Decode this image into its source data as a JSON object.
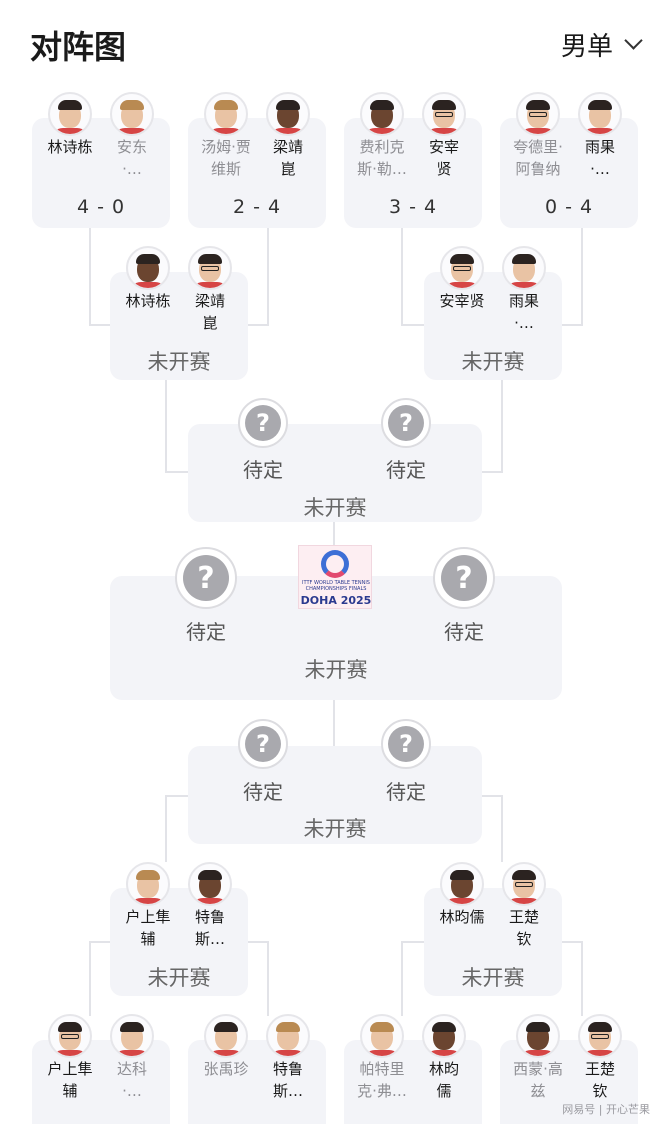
{
  "header": {
    "title": "对阵图",
    "event": "男单"
  },
  "r16_top": [
    {
      "p1": "林诗栋",
      "p2": "安东\n·…",
      "score": "4 - 0",
      "winner": 1
    },
    {
      "p1": "汤姆·贾\n维斯",
      "p2": "梁靖\n崑",
      "score": "2 - 4",
      "winner": 2
    },
    {
      "p1": "费利克\n斯·勒…",
      "p2": "安宰\n贤",
      "score": "3 - 4",
      "winner": 2
    },
    {
      "p1": "夸德里·\n阿鲁纳",
      "p2": "雨果\n·…",
      "score": "0 - 4",
      "winner": 2
    }
  ],
  "qf_top": [
    {
      "p1": "林诗栋",
      "p2": "梁靖\n崑",
      "status": "未开赛"
    },
    {
      "p1": "安宰贤",
      "p2": "雨果\n·…",
      "status": "未开赛"
    }
  ],
  "sf_top": {
    "p1": "待定",
    "p2": "待定",
    "status": "未开赛",
    "q": "?"
  },
  "final": {
    "p1": "待定",
    "p2": "待定",
    "status": "未开赛",
    "q": "?"
  },
  "logo": {
    "line1": "ITTF WORLD TABLE TENNIS",
    "line2": "CHAMPIONSHIPS FINALS",
    "year": "DOHA 2025"
  },
  "sf_bottom": {
    "p1": "待定",
    "p2": "待定",
    "status": "未开赛",
    "q": "?"
  },
  "qf_bottom": [
    {
      "p1": "户上隼\n辅",
      "p2": "特鲁\n斯…",
      "status": "未开赛"
    },
    {
      "p1": "林昀儒",
      "p2": "王楚\n钦",
      "status": "未开赛"
    }
  ],
  "r16_bottom": [
    {
      "p1": "户上隼\n辅",
      "p2": "达科\n·…",
      "winner": 1
    },
    {
      "p1": "张禹珍",
      "p2": "特鲁\n斯…",
      "winner": 2
    },
    {
      "p1": "帕特里\n克·弗…",
      "p2": "林昀\n儒",
      "winner": 2
    },
    {
      "p1": "西蒙·高\n兹",
      "p2": "王楚\n钦",
      "winner": 2
    }
  ],
  "watermark": "网易号 | 开心芒果"
}
